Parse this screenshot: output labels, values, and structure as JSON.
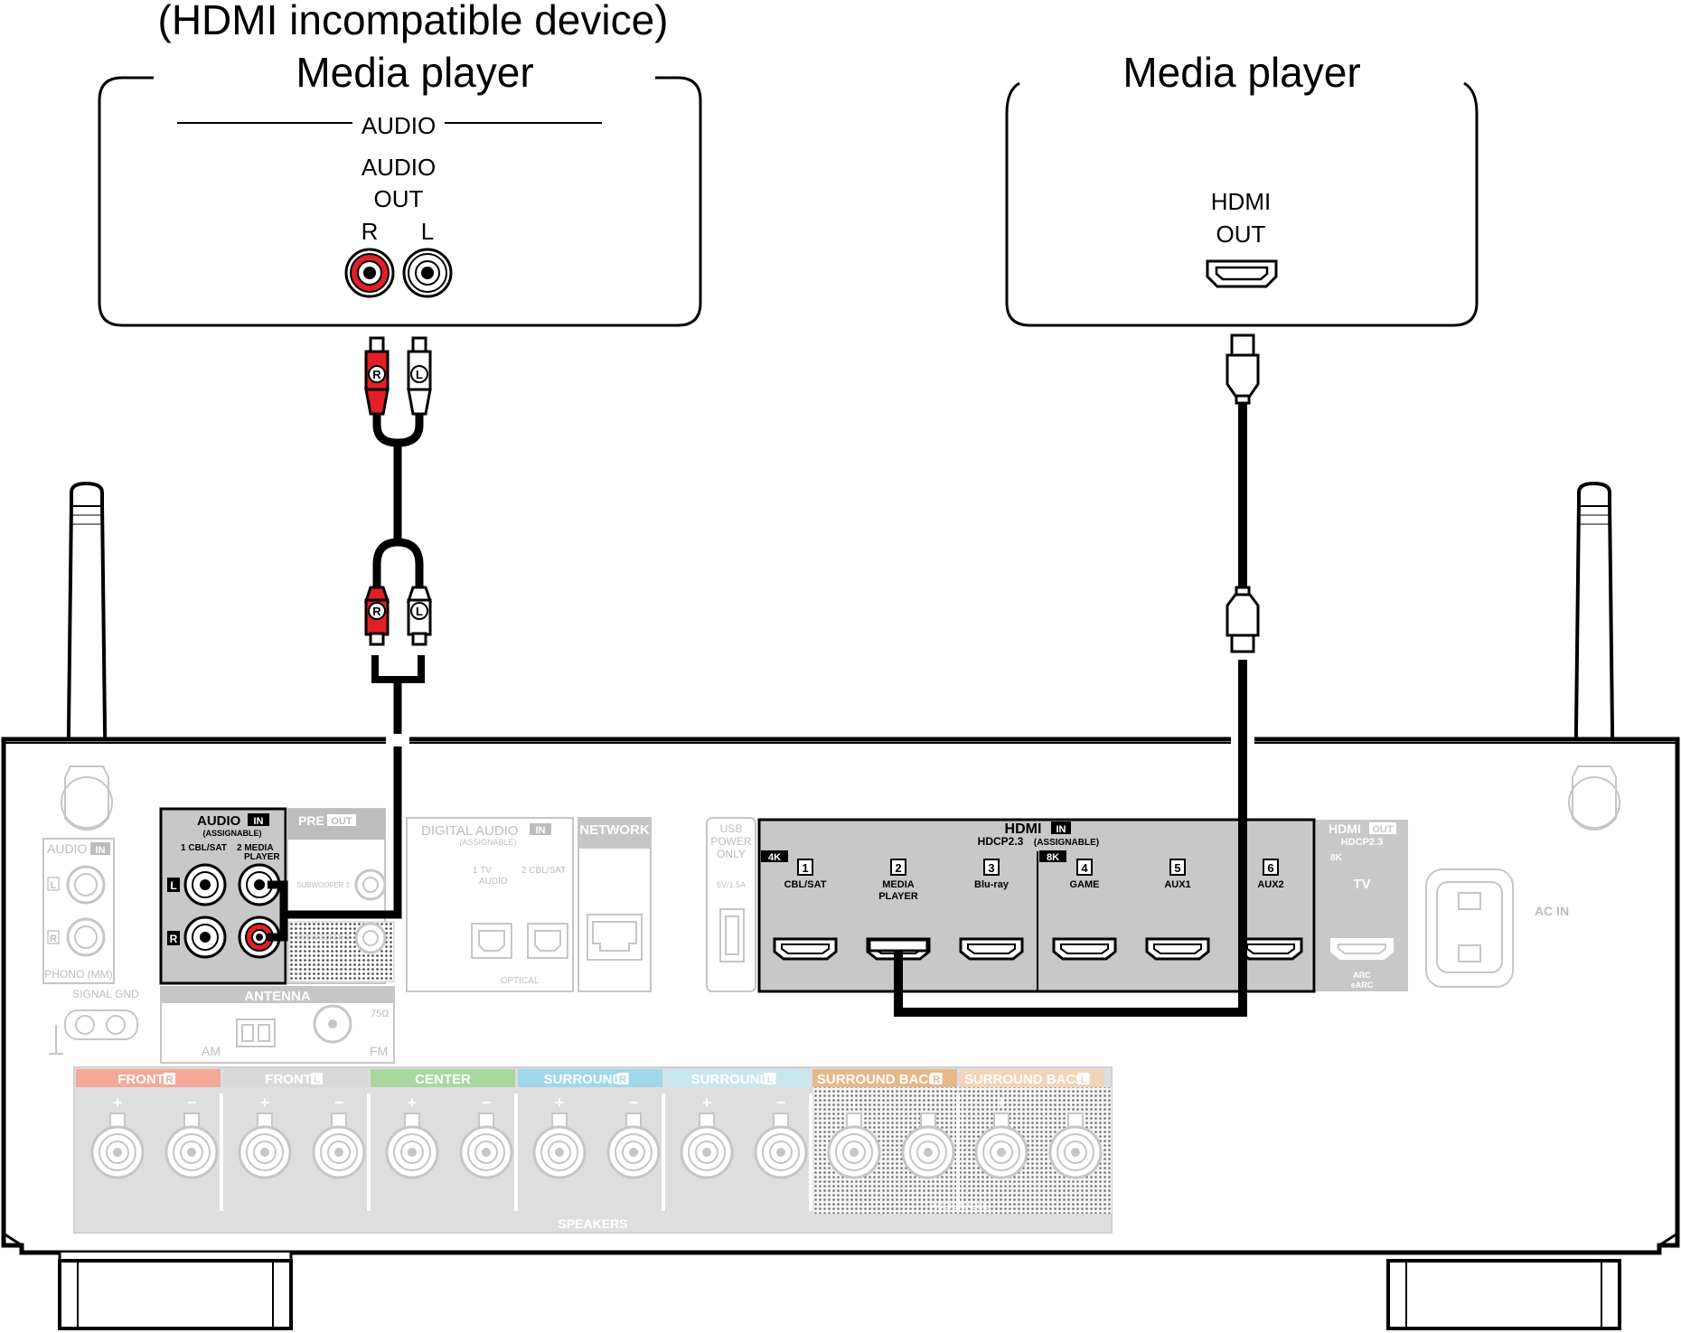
{
  "devices": {
    "left_note": "(HDMI incompatible device)",
    "left_title": "Media player",
    "left_section": "AUDIO",
    "left_port_line1": "AUDIO",
    "left_port_line2": "OUT",
    "left_r": "R",
    "left_l": "L",
    "right_title": "Media player",
    "right_port_line1": "HDMI",
    "right_port_line2": "OUT"
  },
  "cable": {
    "plug_r": "R",
    "plug_l": "L"
  },
  "receiver": {
    "audio_in": {
      "title": "AUDIO",
      "in_badge": "IN",
      "sub": "(ASSIGNABLE)",
      "col1": "1 CBL/SAT",
      "col2": "2 MEDIA",
      "col2b": "PLAYER",
      "row_l": "L",
      "row_r": "R"
    },
    "phono": {
      "title": "AUDIO",
      "in_badge": "IN",
      "row_l": "L",
      "row_r": "R",
      "bottom": "PHONO (MM)",
      "signal_gnd": "SIGNAL GND"
    },
    "pre_out": {
      "title": "PRE",
      "out_badge": "OUT",
      "sub1": "SUBWOOFER 1",
      "sub2": "SUBWOOFER 2"
    },
    "digital": {
      "title": "DIGITAL AUDIO",
      "in_badge": "IN",
      "sub": "(ASSIGNABLE)",
      "p1": "1   TV",
      "p1b": "AUDIO",
      "p2": "2 CBL/SAT",
      "bottom": "OPTICAL"
    },
    "network": "NETWORK",
    "usb": {
      "l1": "USB",
      "l2": "POWER",
      "l3": "ONLY",
      "rating": "5V/1.5A"
    },
    "hdmi_in": {
      "title": "HDMI",
      "in_badge": "IN",
      "sub1": "HDCP2.3",
      "sub2": "(ASSIGNABLE)",
      "badge_4k": "4K",
      "badge_8k": "8K",
      "ports": [
        {
          "num": "1",
          "name": "CBL/SAT",
          "name2": ""
        },
        {
          "num": "2",
          "name": "MEDIA",
          "name2": "PLAYER"
        },
        {
          "num": "3",
          "name": "Blu-ray",
          "name2": ""
        },
        {
          "num": "4",
          "name": "GAME",
          "name2": ""
        },
        {
          "num": "5",
          "name": "AUX1",
          "name2": ""
        },
        {
          "num": "6",
          "name": "AUX2",
          "name2": ""
        }
      ]
    },
    "hdmi_out": {
      "title": "HDMI",
      "out_badge": "OUT",
      "sub": "HDCP2.3",
      "badge": "8K",
      "port": "TV",
      "arc1": "ARC",
      "arc2": "eARC"
    },
    "ac_in": "AC IN",
    "antenna": {
      "title": "ANTENNA",
      "am": "AM",
      "fm": "FM",
      "ohm": "75Ω"
    },
    "speakers": {
      "bottom": "SPEAKERS",
      "assignable": "ASSIGNABLE",
      "plus": "+",
      "minus": "−",
      "groups": [
        {
          "name": "FRONT",
          "side": "R",
          "color": "#f4a89a"
        },
        {
          "name": "FRONT",
          "side": "L",
          "color": "#d9d9d9"
        },
        {
          "name": "CENTER",
          "side": "",
          "color": "#a8d8a0"
        },
        {
          "name": "SURROUND",
          "side": "R",
          "color": "#9fd8ea"
        },
        {
          "name": "SURROUND",
          "side": "L",
          "color": "#c9e6ee"
        },
        {
          "name": "SURROUND BACK",
          "side": "R",
          "color": "#e6b88a"
        },
        {
          "name": "SURROUND BACK",
          "side": "L",
          "color": "#f3d4b8"
        }
      ]
    }
  },
  "colors": {
    "red_plug": "#e31f26",
    "panel_grey": "#c8c8c8",
    "light_grey": "#bdbdbd"
  }
}
